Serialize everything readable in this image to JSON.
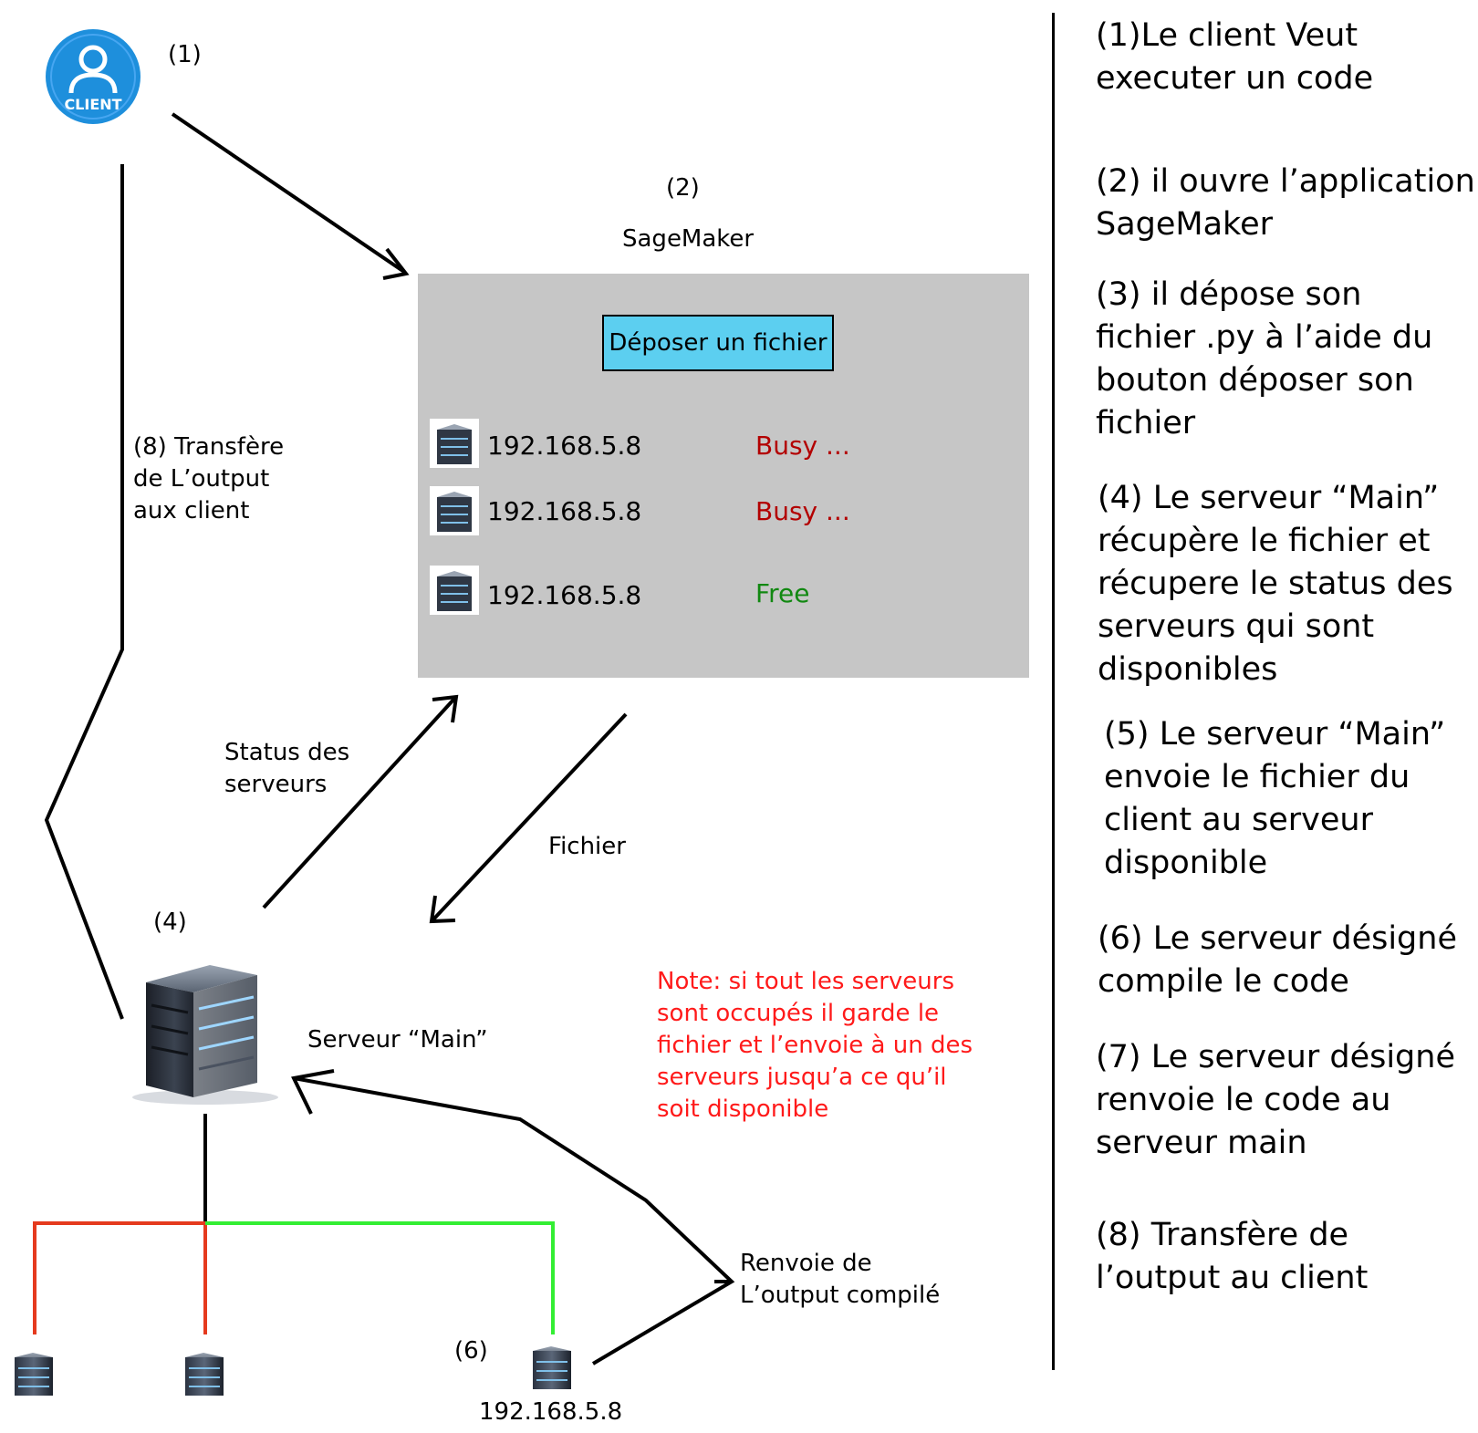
{
  "client": {
    "icon": "client-user-icon",
    "label": "CLIENT",
    "step_marker": "(1)",
    "brand_color": "#1e8fdc"
  },
  "sagemaker": {
    "step_marker": "(2)",
    "title": "SageMaker",
    "upload_button_label": "Déposer un fichier",
    "panel_color": "#c6c6c6",
    "button_color": "#5ccff0",
    "servers": [
      {
        "icon": "server-icon",
        "ip": "192.168.5.8",
        "status": "Busy ...",
        "status_color": "#b30000"
      },
      {
        "icon": "server-icon",
        "ip": "192.168.5.8",
        "status": "Busy ...",
        "status_color": "#b30000"
      },
      {
        "icon": "server-icon",
        "ip": "192.168.5.8",
        "status": "Free",
        "status_color": "#118811"
      }
    ]
  },
  "main_server": {
    "icon": "main-server-icon",
    "step_marker": "(4)",
    "label": "Serveur “Main”"
  },
  "edge_labels": {
    "transfer_output_line1": "(8) Transfère",
    "transfer_output_line2": "de L’output",
    "transfer_output_line3": "aux client",
    "status_line1": "Status des",
    "status_line2": "serveurs",
    "file": "Fichier",
    "return_line1": "Renvoie de",
    "return_line2": "L’output compilé"
  },
  "note": {
    "lines": [
      "Note: si tout les serveurs",
      "sont occupés il garde le",
      "fichier et l’envoie à un des",
      "serveurs jusqu’a ce qu’il",
      "soit disponible"
    ],
    "color": "#ff1a1a"
  },
  "worker_servers": {
    "icon": "server-icon",
    "busy_link_color": "#e53a1e",
    "free_link_color": "#33ee33",
    "designated_step_marker": "(6)",
    "designated_ip": "192.168.5.8"
  },
  "steps": [
    {
      "lines": [
        "(1)Le client Veut",
        "executer un code"
      ]
    },
    {
      "lines": [
        "(2) il ouvre l’application",
        "SageMaker"
      ]
    },
    {
      "lines": [
        "(3) il dépose son",
        "fichier .py à l’aide du",
        "bouton déposer son",
        "fichier"
      ]
    },
    {
      "lines": [
        "(4) Le serveur “Main”",
        "récupère le fichier et",
        "récupere le status des",
        "serveurs qui sont",
        "disponibles"
      ]
    },
    {
      "lines": [
        "(5) Le serveur “Main”",
        "envoie le fichier du",
        "client au serveur",
        "disponible"
      ]
    },
    {
      "lines": [
        "(6) Le serveur désigné",
        "compile le code"
      ]
    },
    {
      "lines": [
        "(7) Le serveur désigné",
        "renvoie le code au",
        "serveur main"
      ]
    },
    {
      "lines": [
        "(8) Transfère de",
        "l’output au client"
      ]
    }
  ]
}
